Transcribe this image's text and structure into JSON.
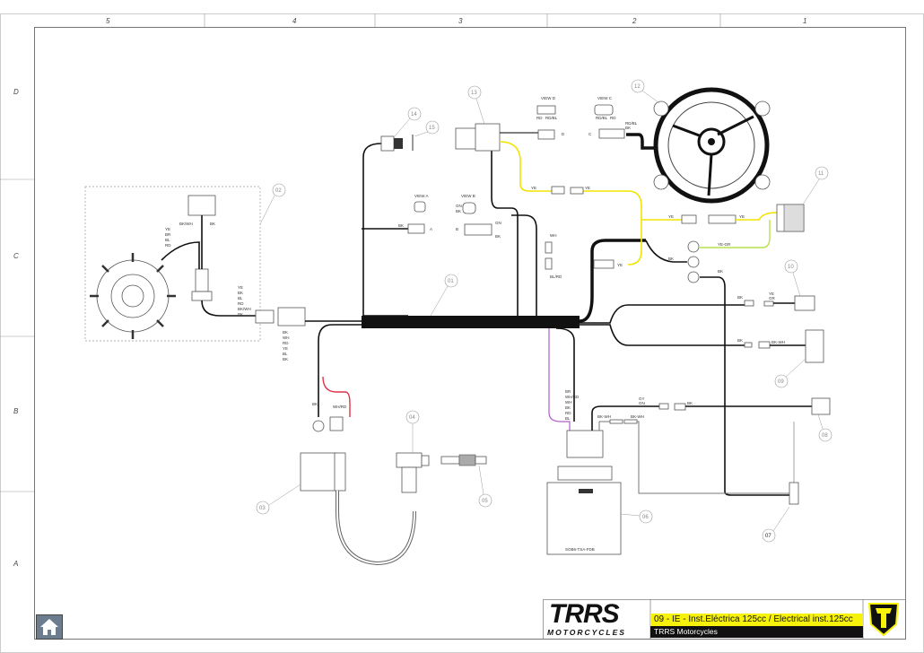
{
  "grid": {
    "columns": [
      "5",
      "4",
      "3",
      "2",
      "1"
    ],
    "rows": [
      "D",
      "C",
      "B",
      "A"
    ]
  },
  "callouts": [
    "01",
    "02",
    "03",
    "04",
    "05",
    "06",
    "07",
    "08",
    "09",
    "10",
    "11",
    "12",
    "13",
    "14",
    "15"
  ],
  "views": {
    "a": "VIEW A",
    "b": "VIEW B",
    "c": "VIEW C",
    "d": "VIEW D"
  },
  "view_letters": {
    "a": "A",
    "b": "B",
    "c": "C",
    "d": "D"
  },
  "wire_labels": {
    "stator": [
      "YE",
      "BR",
      "BL",
      "RD"
    ],
    "regulator": [
      "BK/WH",
      "BK"
    ],
    "stator_plug": [
      "YE",
      "BK",
      "BL",
      "RD",
      "BK/WH",
      "BK"
    ],
    "main_plug": [
      "BK",
      "WH",
      "RD",
      "YE",
      "BL",
      "BK"
    ],
    "coil": [
      "BK",
      "WH/RD"
    ],
    "view_d": [
      "RD",
      "RD/BL"
    ],
    "view_c": [
      "RD/BL",
      "RD"
    ],
    "fan": [
      "RD/BL",
      "BK"
    ],
    "relay_ye1": "YE",
    "relay_ye2": "YE",
    "wh": "WH",
    "bl_rd": "BL/RD",
    "view_b": [
      "GN",
      "BK"
    ],
    "sensor_b": [
      "GN",
      "BK"
    ],
    "sensor_a": "BK",
    "ye_right": "YE",
    "ye_comp11": "YE",
    "ye_gr": "YE-GR",
    "bk_ground": [
      "BK",
      "BK"
    ],
    "ye_small": "YE",
    "comp10": [
      "BK",
      "YE",
      "GR"
    ],
    "comp09": [
      "BK",
      "BK-WH"
    ],
    "ecu": [
      "BR",
      "WH/RD",
      "WH",
      "BK",
      "RD",
      "BL"
    ],
    "ecu_right": [
      "BK-WH",
      "BK-WH"
    ],
    "gy_gn": [
      "GY",
      "GN"
    ],
    "bk_08": "BK"
  },
  "ecu_code": "SOB6-TSA-FDB",
  "title_block": {
    "brand": "TRRS",
    "brand_sub": "MOTORCYCLES",
    "title": "09 - IE - Inst.Eléctrica 125cc / Electrical inst.125cc",
    "subtitle": "TRRS Motorcycles"
  },
  "colors": {
    "yellow": "#f7f20a",
    "red": "#e0222e",
    "black": "#111111"
  }
}
